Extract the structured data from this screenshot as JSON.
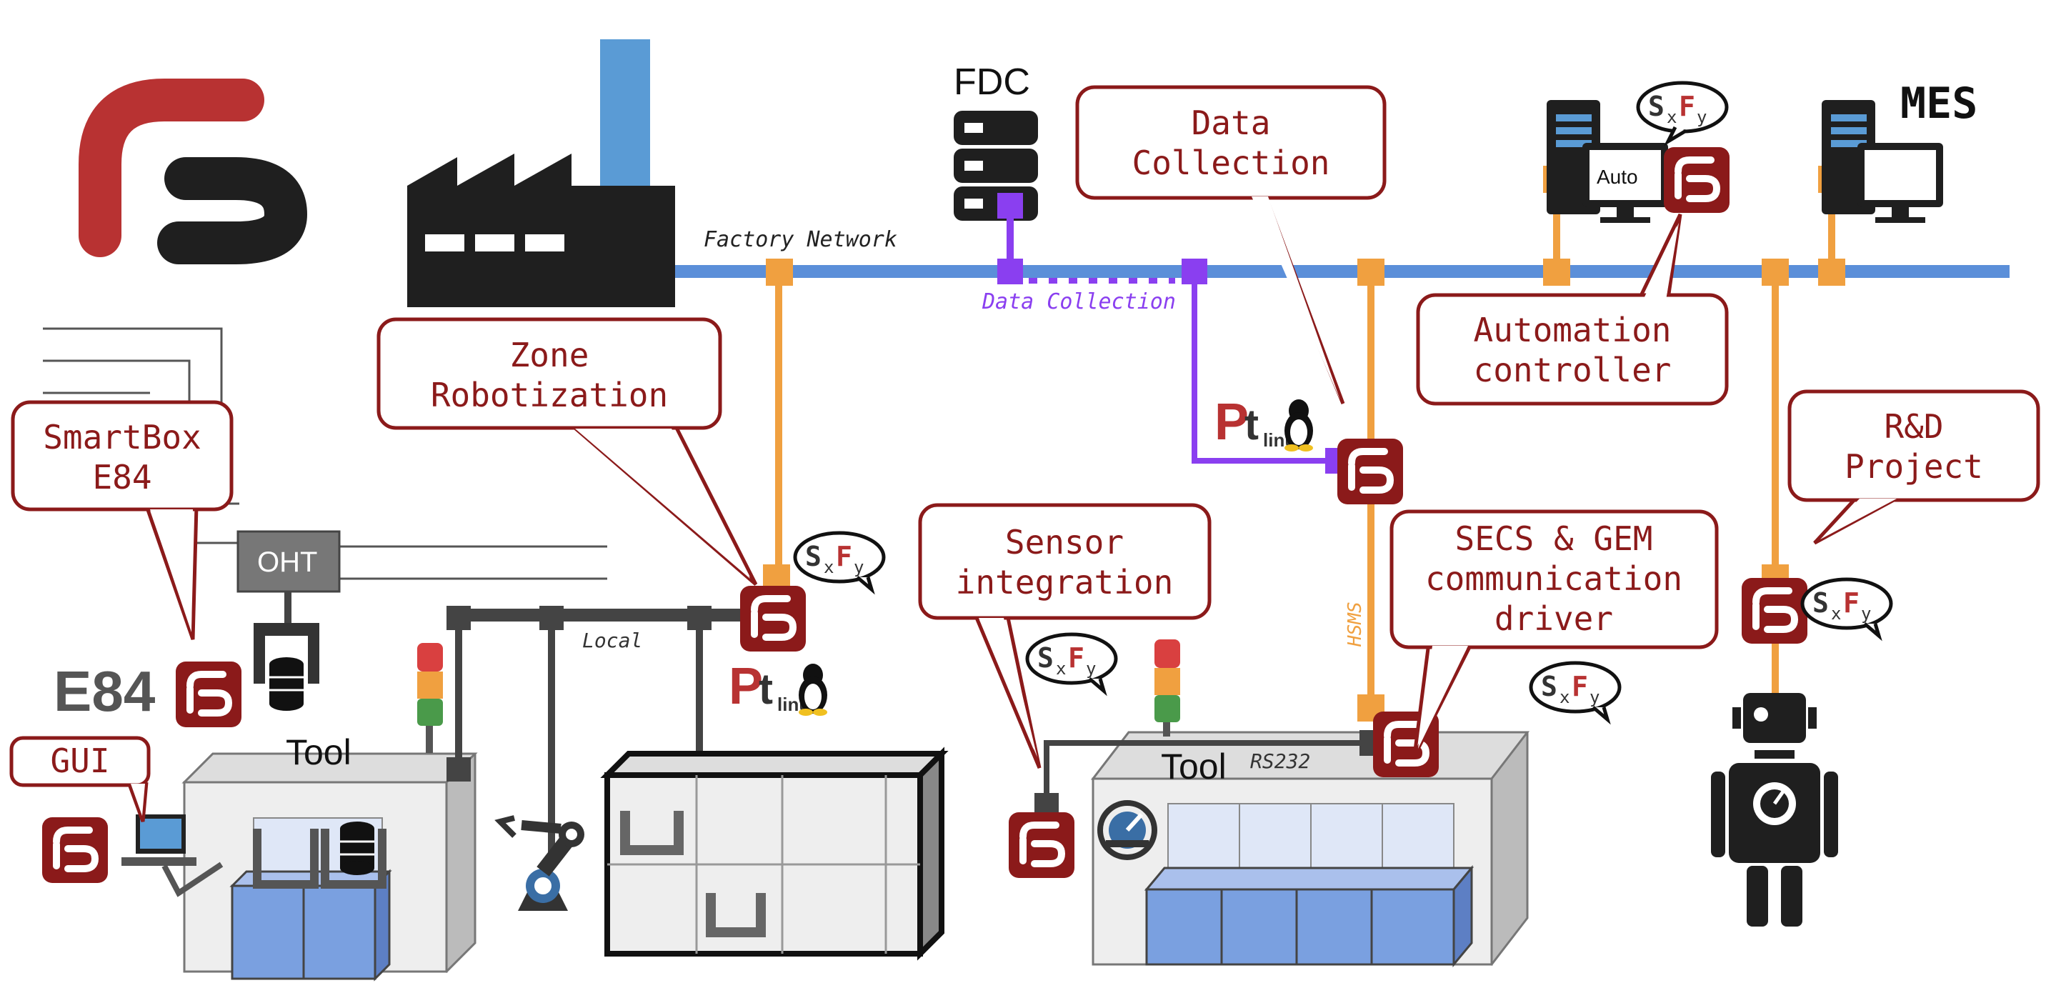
{
  "network": {
    "factory_network_label": "Factory Network",
    "data_collection_label": "Data Collection",
    "local_label": "Local",
    "hsms_label": "HSMS",
    "rs232_label": "RS232"
  },
  "nodes": {
    "fdc_label": "FDC",
    "mes_label": "MES",
    "oht_label": "OHT",
    "auto_label": "Auto",
    "tool_left_label": "Tool",
    "tool_right_label": "Tool",
    "e84_label": "E84"
  },
  "callouts": {
    "data_collection": [
      "Data",
      "Collection"
    ],
    "zone_robotization": [
      "Zone",
      "Robotization"
    ],
    "smartbox": [
      "SmartBox",
      "E84"
    ],
    "automation_controller": [
      "Automation",
      "controller"
    ],
    "rd_project": [
      "R&D",
      "Project"
    ],
    "sensor_integration": [
      "Sensor",
      "integration"
    ],
    "secs_gem": [
      "SECS & GEM",
      "communication",
      "driver"
    ],
    "gui": [
      "GUI"
    ]
  },
  "badges": {
    "sxfy": {
      "s": "S",
      "x": "x",
      "f": "F",
      "y": "y"
    },
    "ptlinux": {
      "p": "P",
      "t": "t",
      "linux": "linux"
    }
  },
  "colors": {
    "brand_red": "#8b1a1a",
    "network_blue": "#5b8fd9",
    "connector_orange": "#f0a040",
    "data_purple": "#8a3ff0",
    "dark": "#222222",
    "tool_blue": "#7aa0e0"
  },
  "icons": [
    "factory-icon",
    "server-rack-icon",
    "computer-icon",
    "robot-icon",
    "robot-arm-icon",
    "signal-tower-icon",
    "foup-icon",
    "gauge-icon",
    "linux-penguin-icon",
    "company-logo-icon"
  ]
}
